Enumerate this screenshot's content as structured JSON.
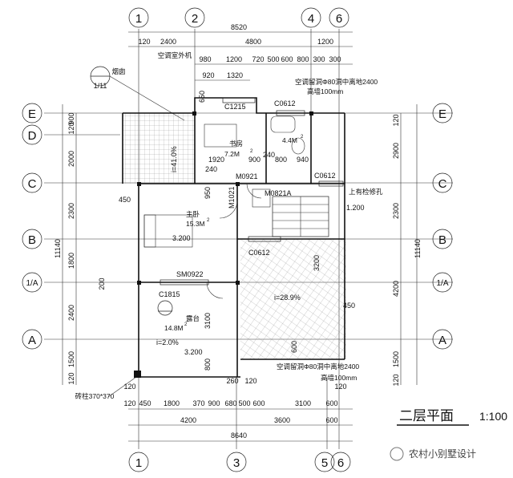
{
  "axes": {
    "top": [
      "1",
      "2",
      "4",
      "6"
    ],
    "bottom": [
      "1",
      "3",
      "5",
      "6"
    ],
    "left": [
      "E",
      "D",
      "C",
      "B",
      "1/A",
      "A"
    ],
    "right": [
      "E",
      "C",
      "B",
      "1/A",
      "A"
    ],
    "detail_mark": "1/11"
  },
  "top_dims": {
    "overall": "8520",
    "row2": [
      "120",
      "2400",
      "4800",
      "1200"
    ],
    "row3": [
      "980",
      "1200",
      "720",
      "500",
      "600",
      "800",
      "300",
      "300"
    ],
    "row4": [
      "920",
      "1320"
    ],
    "ac_note": "空调室外机"
  },
  "bottom_dims": {
    "overall": "8640",
    "row1": [
      "120",
      "450",
      "1800",
      "370",
      "900",
      "680",
      "500",
      "600",
      "3100",
      "600"
    ],
    "row2": [
      "4200",
      "3600",
      "600"
    ],
    "small": [
      "120",
      "260",
      "120",
      "120"
    ],
    "col_note": "砖柱370*370"
  },
  "left_dims": {
    "overall": "11140",
    "parts": [
      "900",
      "120",
      "2000",
      "2300",
      "1800",
      "200",
      "2400",
      "1500",
      "120"
    ],
    "flue_note": "烟囱"
  },
  "right_dims": {
    "overall": "11140",
    "parts": [
      "120",
      "2900",
      "2300",
      "4200",
      "1500",
      "120"
    ]
  },
  "rooms": {
    "study": {
      "name": "书房",
      "area": "7.2M",
      "sup": "2"
    },
    "bath": {
      "area": "4.4M",
      "sup": "2"
    },
    "bedroom": {
      "name": "主卧",
      "area": "15.3M",
      "sup": "2"
    },
    "terrace": {
      "name": "露台",
      "area": "14.8M",
      "sup": "2",
      "slope": "i=2.0%"
    },
    "roof1_slope": "i=41.0%",
    "roof2_slope": "i=28.9%"
  },
  "tags": {
    "c1215": "C1215",
    "c0612a": "C0612",
    "c0612b": "C0612",
    "c0612c": "C0612",
    "m0921": "M0921",
    "m0821": "M0821A",
    "m1021": "M1021",
    "sm0922": "SM0922",
    "c1815": "C1815",
    "inspect": "上有检修孔",
    "ac_hole_top": "空调留洞Φ80洞中离地2400",
    "ac_hole_bottom": "空调留洞Φ80洞中离地2400",
    "parapet_top": "高墙100mm",
    "parapet_bottom": "高墙100mm",
    "num_1920": "1920",
    "num_900": "900",
    "num_240a": "240",
    "num_240b": "240",
    "num_800": "800",
    "num_940": "940",
    "num_650": "650",
    "num_450": "450",
    "num_950": "950",
    "num_3200a": "3.200",
    "num_3200b": "3.200",
    "num_3100": "3100",
    "num_800b": "800",
    "num_1200": "1.200",
    "num_3200c": "3200",
    "num_450b": "450",
    "num_600": "600"
  },
  "title": {
    "text": "二层平面",
    "scale": "1:100"
  },
  "watermark": "农村小别墅设计"
}
